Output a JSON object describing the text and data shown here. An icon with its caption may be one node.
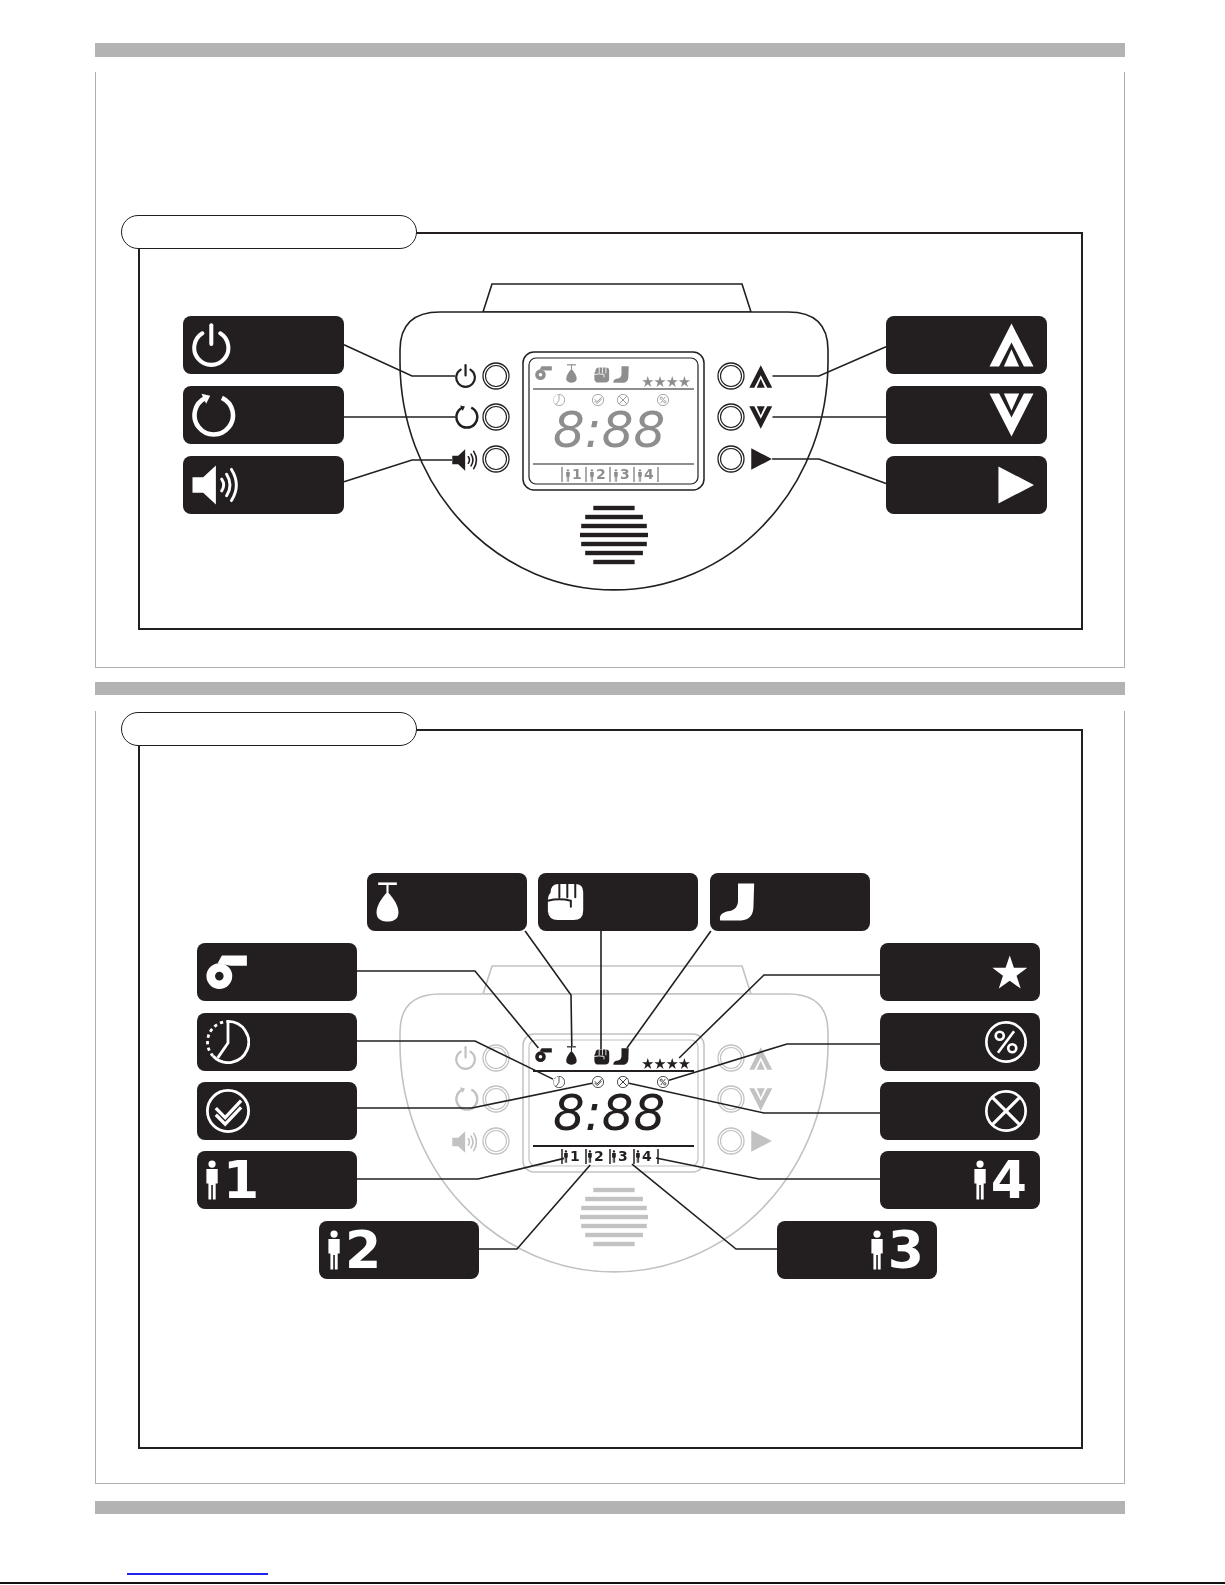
{
  "diagram": {
    "nodes": [
      {
        "text": [],
        "shape": "box"
      },
      {
        "text": [],
        "shape": "box",
        "in": 0
      },
      {
        "text": [],
        "shape": "box",
        "in": 0
      },
      {
        "text": [],
        "shape": "box",
        "in": 0
      },
      {
        "text": [],
        "shape": "box",
        "in": 0
      },
      {
        "text": [],
        "shape": "box",
        "in": 0
      },
      {
        "text": [],
        "shape": "box",
        "in": 0
      },
      {
        "text": [],
        "shape": "picture",
        "in": 0
      },
      {
        "text": [],
        "shape": "picture",
        "in": 0
      },
      {
        "text": [],
        "shape": "picture",
        "in": 0
      },
      {
        "text": [],
        "shape": "picture",
        "in": 0
      },
      {
        "text": [],
        "shape": "picture",
        "in": 0
      },
      {
        "text": [],
        "shape": "picture",
        "in": 0
      },
      {
        "text": [],
        "shape": "box"
      },
      {
        "text": [],
        "shape": "box",
        "in": 13
      },
      {
        "text": [],
        "shape": "box",
        "in": 13
      },
      {
        "text": [],
        "shape": "box",
        "in": 13
      },
      {
        "text": [],
        "shape": "box",
        "in": 13
      },
      {
        "text": [],
        "shape": "box",
        "in": 13
      },
      {
        "text": [],
        "shape": "box",
        "in": 13
      },
      {
        "text": [],
        "shape": "box",
        "in": 13
      },
      {
        "text": [],
        "shape": "box",
        "in": 13
      },
      {
        "text": [],
        "shape": "box",
        "in": 13
      },
      {
        "text": [
          "1"
        ],
        "in": 13
      },
      {
        "text": [
          "4"
        ],
        "in": 13
      },
      {
        "text": [
          "2"
        ],
        "in": 13
      },
      {
        "text": [
          "3"
        ],
        "in": 13
      },
      {
        "text": [],
        "shape": "picture",
        "in": 13
      },
      {
        "text": [],
        "shape": "picture",
        "in": 13
      },
      {
        "text": [],
        "shape": "picture",
        "in": 13
      },
      {
        "text": [],
        "shape": "picture",
        "in": 13
      },
      {
        "text": [],
        "shape": "picture",
        "in": 13
      },
      {
        "text": [],
        "shape": "picture",
        "in": 13
      },
      {
        "text": [],
        "shape": "picture",
        "in": 13
      },
      {
        "text": [],
        "shape": "picture",
        "in": 13
      },
      {
        "text": [],
        "shape": "picture",
        "in": 13
      },
      {
        "text": [
          "1"
        ],
        "in": 13
      },
      {
        "text": [
          "2"
        ],
        "in": 13
      },
      {
        "text": [
          "3"
        ],
        "in": 13
      },
      {
        "text": [
          "4"
        ],
        "in": 13
      },
      {
        "text": [],
        "shape": "bar"
      },
      {
        "text": [],
        "shape": "box"
      },
      {
        "text": [],
        "shape": "bar"
      },
      {
        "text": [],
        "shape": "box"
      },
      {
        "text": [],
        "shape": "bar"
      }
    ],
    "edges": [
      {
        "from": 1,
        "to": 7,
        "arrow": "none"
      },
      {
        "from": 2,
        "to": 8,
        "arrow": "none"
      },
      {
        "from": 3,
        "to": 9,
        "arrow": "none"
      },
      {
        "from": 4,
        "to": 10,
        "arrow": "none"
      },
      {
        "from": 5,
        "to": 11,
        "arrow": "none"
      },
      {
        "from": 6,
        "to": 12,
        "arrow": "none"
      },
      {
        "from": 14,
        "to": 28,
        "arrow": "none"
      },
      {
        "from": 15,
        "to": 29,
        "arrow": "none"
      },
      {
        "from": 16,
        "to": 30,
        "arrow": "none"
      },
      {
        "from": 17,
        "to": 27,
        "arrow": "none"
      },
      {
        "from": 18,
        "to": 31,
        "arrow": "none"
      },
      {
        "from": 19,
        "to": 32,
        "arrow": "none"
      },
      {
        "from": 20,
        "to": 35,
        "arrow": "none"
      },
      {
        "from": 21,
        "to": 33,
        "arrow": "none"
      },
      {
        "from": 22,
        "to": 34,
        "arrow": "none"
      },
      {
        "from": 23,
        "to": 36,
        "arrow": "none"
      },
      {
        "from": 24,
        "to": 39,
        "arrow": "none"
      },
      {
        "from": 25,
        "to": 37,
        "arrow": "none"
      },
      {
        "from": 26,
        "to": 38,
        "arrow": "none"
      }
    ],
    "labels": [
      "8:88",
      "1",
      "2",
      "3",
      "4",
      "8:88"
    ]
  }
}
